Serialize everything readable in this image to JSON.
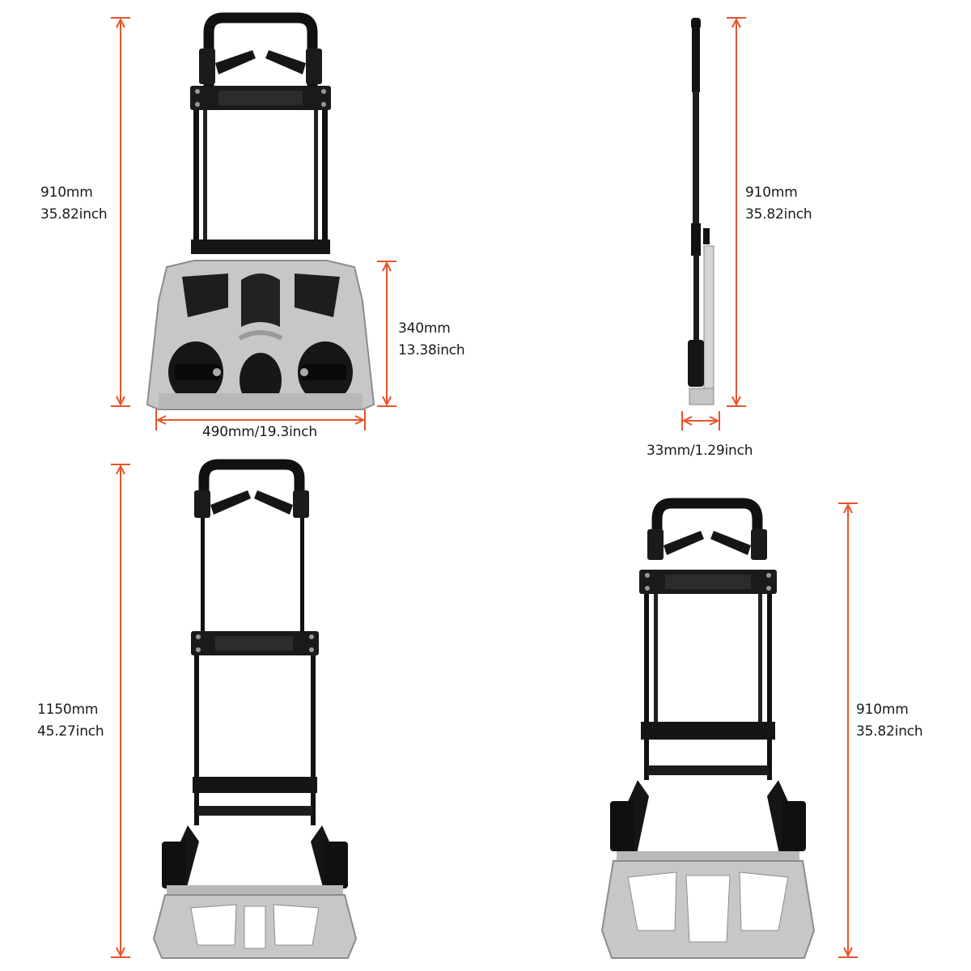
{
  "accent_color": "#e8542a",
  "views": {
    "front_folded": {
      "height_mm": "910mm",
      "height_inch": "35.82inch",
      "base_height_mm": "340mm",
      "base_height_inch": "13.38inch",
      "width_label": "490mm/19.3inch"
    },
    "side_folded": {
      "height_mm": "910mm",
      "height_inch": "35.82inch",
      "thickness_label": "33mm/1.29inch"
    },
    "extended": {
      "height_mm": "1150mm",
      "height_inch": "45.27inch"
    },
    "open": {
      "height_mm": "910mm",
      "height_inch": "35.82inch"
    }
  }
}
